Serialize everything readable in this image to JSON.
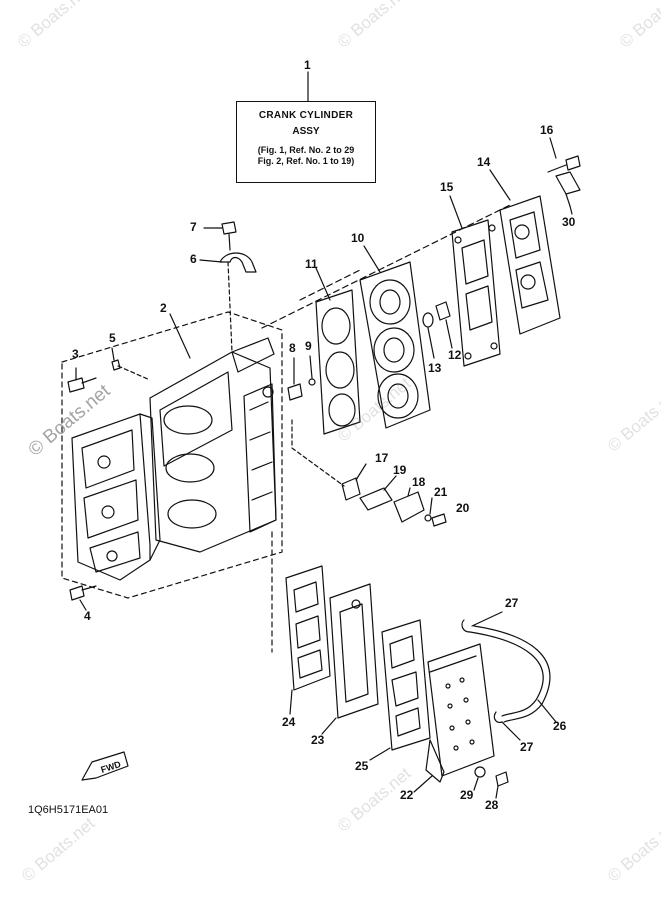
{
  "title_box": {
    "line1": "CRANK CYLINDER",
    "line2": "ASSY",
    "line3": "(Fig. 1, Ref. No. 2 to 29",
    "line4": "Fig. 2, Ref. No. 1 to 19)"
  },
  "diagram_code": "1Q6H5171EA01",
  "direction_label": "FWD",
  "watermark": "© Boats.net",
  "callouts": {
    "c1": "1",
    "c2": "2",
    "c3": "3",
    "c4": "4",
    "c5": "5",
    "c6": "6",
    "c7": "7",
    "c8": "8",
    "c9": "9",
    "c10": "10",
    "c11": "11",
    "c12": "12",
    "c13": "13",
    "c14": "14",
    "c15": "15",
    "c16": "16",
    "c17": "17",
    "c18": "18",
    "c19": "19",
    "c20": "20",
    "c21": "21",
    "c22": "22",
    "c23": "23",
    "c24": "24",
    "c25": "25",
    "c26": "26",
    "c27": "27",
    "c27b": "27",
    "c28": "28",
    "c29": "29",
    "c30": "30"
  }
}
